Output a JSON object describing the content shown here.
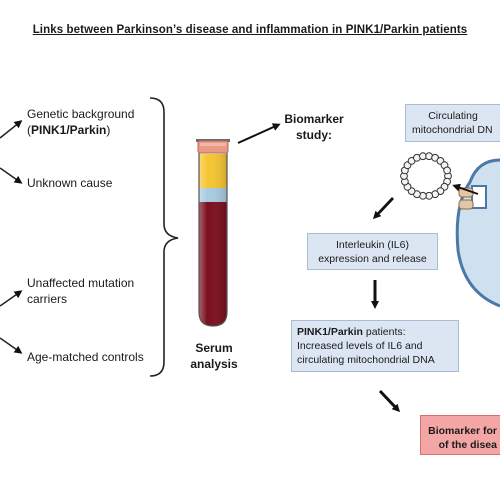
{
  "title": "Links between Parkinson’s disease and inflammation in PINK1/Parkin patients",
  "groups": {
    "genetic_line1": "Genetic background",
    "genetic_paren_open": "(",
    "genetic_bold": "PINK1/Parkin",
    "genetic_paren_close": ")",
    "unknown": "Unknown cause",
    "unaffected_line1": "Unaffected mutation",
    "unaffected_line2": "carriers",
    "controls": "Age-matched controls"
  },
  "serum": {
    "line1": "Serum",
    "line2": "analysis"
  },
  "biomarker_study": {
    "line1": "Biomarker",
    "line2": "study:"
  },
  "circulating_box": {
    "line1": "Circulating",
    "line2": "mitochondrial DN"
  },
  "interleukin_box": {
    "line1": "Interleukin (IL6)",
    "line2": "expression and release"
  },
  "patients_box": {
    "bold": "PINK1/Parkin",
    "rest": " patients:",
    "line2": "Increased levels of IL6 and",
    "line3": "circulating mitochondrial DNA"
  },
  "biomarker_box": {
    "line1": "Biomarker for",
    "line2": "of the disea"
  },
  "colors": {
    "box_fill": "#dce6f2",
    "box_border": "#a8bcd6",
    "red_box": "#f4a6a6",
    "blood": "#7a0f1c",
    "serum_yellow": "#f5c531",
    "serum_blue": "#a9cbe0",
    "cap": "#e89a86",
    "cell_fill": "#cfe0ef",
    "cell_stroke": "#4a78a8"
  }
}
